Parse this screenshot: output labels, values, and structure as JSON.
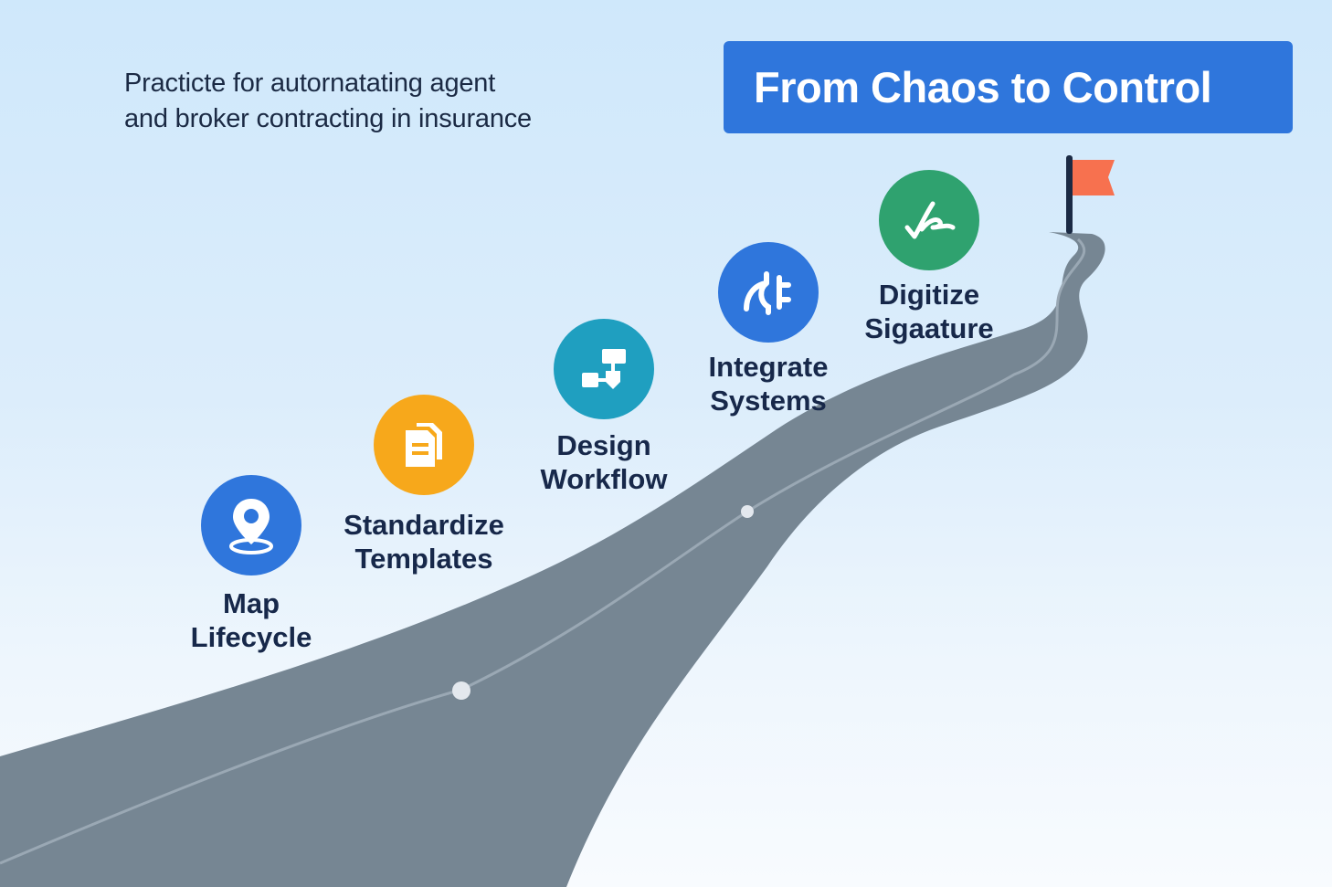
{
  "header": {
    "subtitle_line1": "Practicte for autornatating agent",
    "subtitle_line2": "and broker contracting in insurance",
    "title": "From Chaos to Control"
  },
  "colors": {
    "title_bg": "#2f76dc",
    "road": "#768693",
    "road_line": "#9aa8b4",
    "flag": "#f7714f",
    "flag_pole": "#1b2a44",
    "text": "#17284a"
  },
  "steps": [
    {
      "line1": "Map",
      "line2": "Lifecycle",
      "icon": "map-pin-icon",
      "color": "#2f76dc"
    },
    {
      "line1": "Standardize",
      "line2": "Templates",
      "icon": "documents-icon",
      "color": "#f7a81b"
    },
    {
      "line1": "Design",
      "line2": "Workflow",
      "icon": "workflow-icon",
      "color": "#1f9fc0"
    },
    {
      "line1": "Integrate",
      "line2": "Systems",
      "icon": "plug-connector-icon",
      "color": "#2f76dc"
    },
    {
      "line1": "Digitize",
      "line2": "Sigaature",
      "icon": "signature-icon",
      "color": "#2fa26f"
    }
  ],
  "destination": {
    "icon": "goal-flag-icon"
  }
}
